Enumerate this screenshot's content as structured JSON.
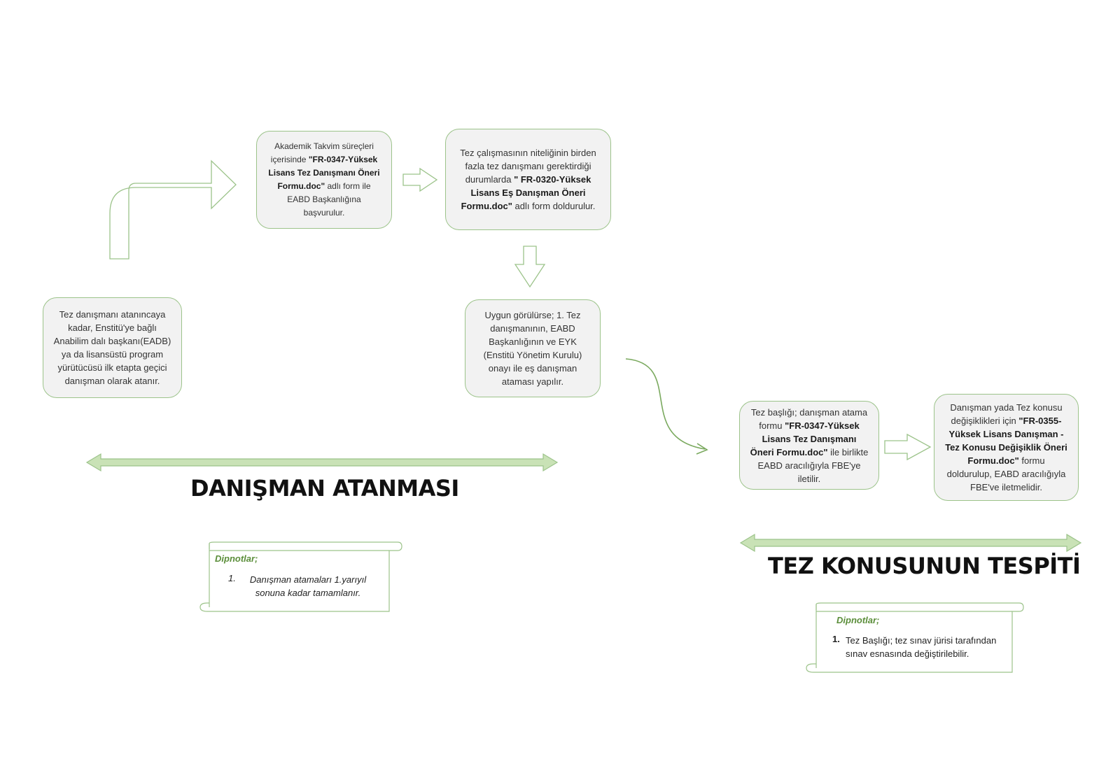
{
  "colors": {
    "accent": "#9cc38a",
    "box_fill": "#f2f2f2",
    "note_title": "#5b8e3a",
    "bar_fill": "#c9e2b6"
  },
  "boxes": {
    "temp_advisor": {
      "text": "Tez danışmanı atanıncaya kadar, Enstitü'ye bağlı Anabilim dalı başkanı(EADB) ya da lisansüstü program yürütücüsü ilk etapta geçici danışman olarak atanır."
    },
    "advisor_application": {
      "pre": "Akademik Takvim süreçleri içerisinde ",
      "bold": "\"FR-0347-Yüksek Lisans Tez Danışmanı Öneri Formu.doc\"",
      "post": " adlı form ile EABD Başkanlığına başvurulur."
    },
    "co_advisor_form": {
      "pre": "Tez çalışmasının niteliğinin birden fazla tez danışmanı gerektirdiği durumlarda ",
      "bold": "\" FR-0320-Yüksek Lisans Eş Danışman Öneri Formu.doc\"",
      "post": " adlı form doldurulur."
    },
    "co_advisor_approval": {
      "text": "Uygun görülürse; 1. Tez danışmanının, EABD Başkanlığının ve EYK (Enstitü Yönetim Kurulu) onayı ile eş danışman ataması yapılır."
    },
    "thesis_title": {
      "pre": "Tez başlığı; danışman atama formu ",
      "bold": "\"FR-0347-Yüksek Lisans Tez Danışmanı Öneri Formu.doc\"",
      "post": " ile birlikte EABD aracılığıyla FBE'ye iletilir."
    },
    "change_request": {
      "pre": "Danışman yada Tez konusu değişiklikleri için ",
      "bold": "\"FR-0355-Yüksek Lisans Danışman - Tez Konusu Değişiklik Öneri Formu.doc\"",
      "post": " formu doldurulup, EABD aracılığıyla FBE've iletmelidir."
    }
  },
  "sections": {
    "advisor_assignment": "DANIŞMAN ATANMASI",
    "topic_determination": "TEZ KONUSUNUN TESPİTİ"
  },
  "notes": {
    "left": {
      "title": "Dipnotlar;",
      "num": "1.",
      "item": "Danışman atamaları 1.yarıyıl sonuna kadar tamamlanır."
    },
    "right": {
      "title": "Dipnotlar;",
      "num": "1.",
      "item": "Tez Başlığı; tez sınav jürisi tarafından sınav esnasında değiştirilebilir."
    }
  }
}
